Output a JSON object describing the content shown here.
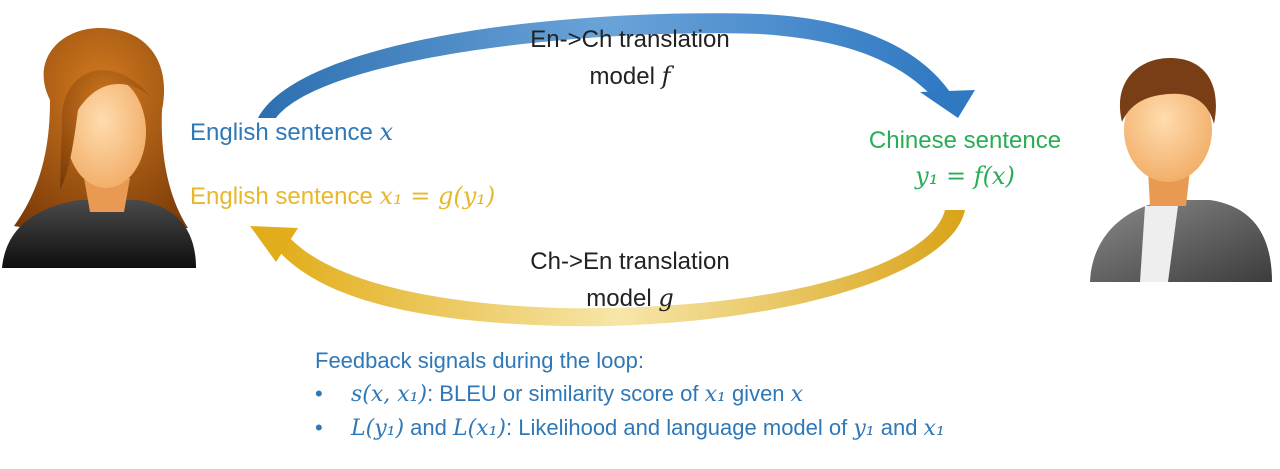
{
  "top_model": {
    "line1": "En->Ch translation",
    "line2_prefix": "model ",
    "symbol": "f"
  },
  "bottom_model": {
    "line1": "Ch->En translation",
    "line2_prefix": "model ",
    "symbol": "g"
  },
  "english_source": {
    "text": "English sentence ",
    "symbol": "x"
  },
  "english_back": {
    "text": "English sentence ",
    "formula": "x₁ = g(y₁)"
  },
  "chinese": {
    "line1": "Chinese sentence",
    "formula": "y₁ = f(x)"
  },
  "feedback": {
    "heading": "Feedback signals during the loop:",
    "items": [
      {
        "formula": "s(x, x₁)",
        "text": ": BLEU or similarity score of ",
        "sym1": "x₁",
        "mid": " given ",
        "sym2": "x"
      },
      {
        "formula": "L(y₁)",
        "mid1": " and ",
        "formula2": "L(x₁)",
        "text": ": Likelihood and language model of ",
        "sym1": "y₁",
        "mid": " and ",
        "sym2": "x₁"
      }
    ]
  },
  "colors": {
    "blue": "#2f78b7",
    "gold": "#e8b72a",
    "green": "#27ae55",
    "skin": "#f7c48c",
    "hair": "#b45a0f",
    "suit": "#555555"
  },
  "icons": {
    "left_person": "woman-avatar-icon",
    "right_person": "man-avatar-icon",
    "top_arrow": "blue-curved-arrow-icon",
    "bottom_arrow": "gold-curved-arrow-icon"
  }
}
